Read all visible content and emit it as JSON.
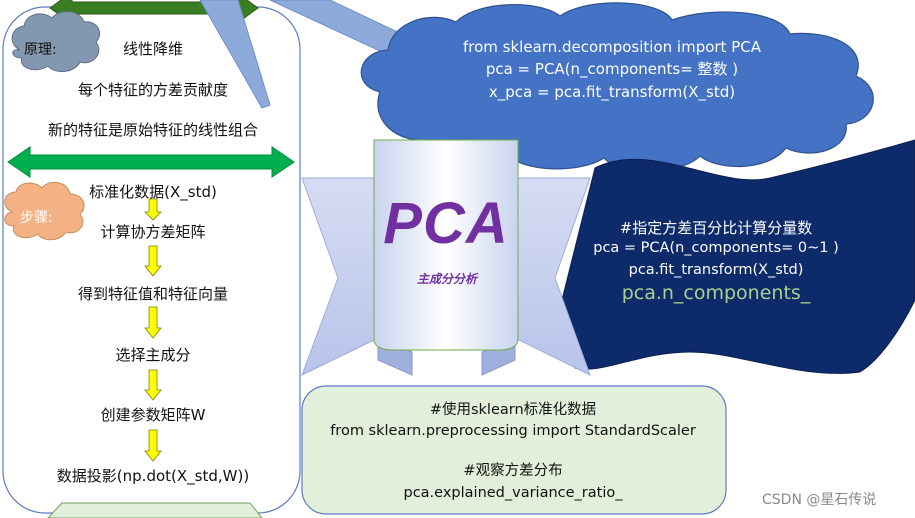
{
  "labels": {
    "principle": "原理:",
    "steps": "步骤:"
  },
  "principle_lines": [
    "线性降维",
    "每个特征的方差贡献度",
    "新的特征是原始特征的线性组合"
  ],
  "steps": [
    "标准化数据(X_std)",
    "计算协方差矩阵",
    "得到特征值和特征向量",
    "选择主成分",
    "创建参数矩阵W",
    "数据投影(np.dot(X_std,W))"
  ],
  "center": {
    "title": "PCA",
    "subtitle": "主成分分析"
  },
  "top_cloud_code": [
    "from sklearn.decomposition import PCA",
    "pca = PCA(n_components= 整数 )",
    "x_pca = pca.fit_transform(X_std)"
  ],
  "wave_panel": {
    "comment": "#指定方差百分比计算分量数",
    "lines": [
      "pca = PCA(n_components= 0~1 )",
      "pca.fit_transform(X_std)"
    ],
    "highlight": "pca.n_components_"
  },
  "bottom_box": {
    "lines": [
      "#使用sklearn标准化数据",
      "from sklearn.preprocessing import StandardScaler",
      "",
      "#观察方差分布",
      "pca.explained_variance_ratio_"
    ]
  },
  "watermark": "CSDN @星石传说",
  "colors": {
    "dark_blue": "#0d2a6b",
    "cloud_blue": "#4472c4",
    "light_green_fill": "#e2efda",
    "green_arrow": "#00b050",
    "yellow_arrow": "#ffff00",
    "cloud_gray": "#8497b0",
    "cloud_orange": "#f4b183",
    "pca_purple": "#7030a0"
  }
}
